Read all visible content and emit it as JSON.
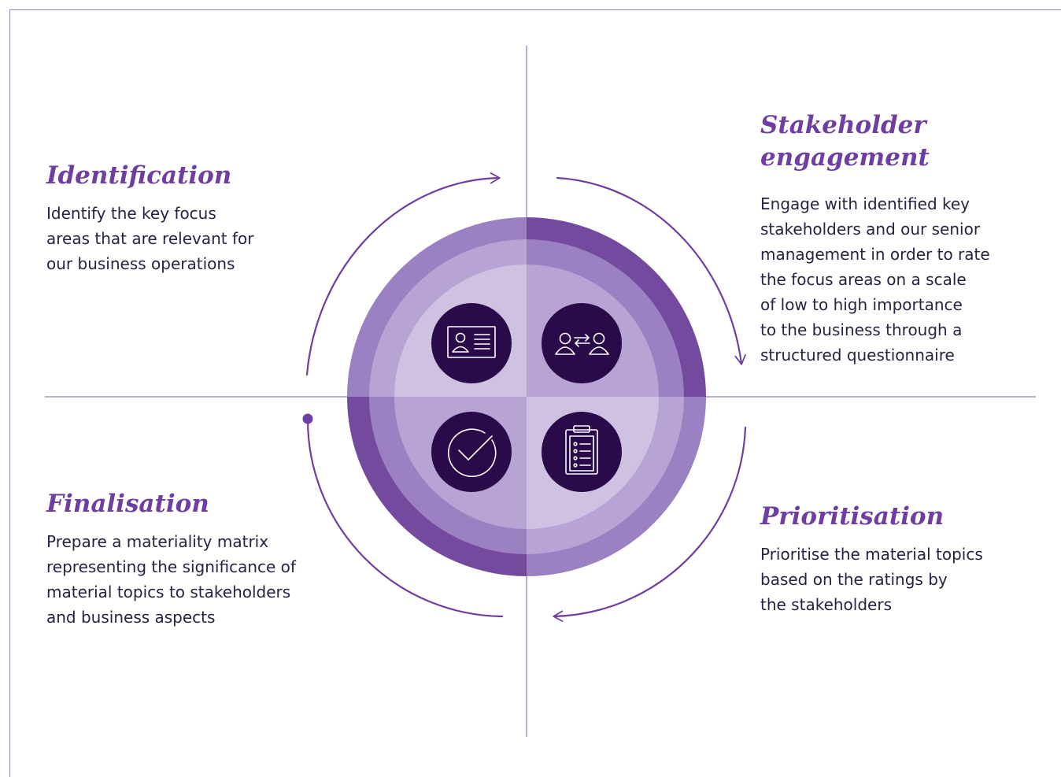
{
  "colors": {
    "accent": "#6e3fa0",
    "ring_light": "#9b80c2",
    "ring_dark": "#744a9e",
    "icon_bg": "#2a0b4a",
    "text": "#2a2140",
    "rule": "#9b7fc4"
  },
  "steps": {
    "identification": {
      "heading": "Identification",
      "lines": [
        "Identify the key focus",
        "areas that are relevant for",
        "our business operations"
      ],
      "icon": "id-card-icon"
    },
    "stakeholder_engagement": {
      "heading_lines": [
        "Stakeholder",
        "engagement"
      ],
      "lines": [
        "Engage with identified key",
        "stakeholders and our senior",
        "management in order to rate",
        "the focus areas on a scale",
        "of low to high importance",
        "to the business through a",
        "structured questionnaire"
      ],
      "icon": "people-exchange-icon"
    },
    "finalisation": {
      "heading": "Finalisation",
      "lines": [
        "Prepare a materiality matrix",
        "representing the significance of",
        "material topics to stakeholders",
        "and business aspects"
      ],
      "icon": "checkmark-circle-icon"
    },
    "prioritisation": {
      "heading": "Prioritisation",
      "lines": [
        "Prioritise the material topics",
        "based on the ratings by",
        "the stakeholders"
      ],
      "icon": "clipboard-list-icon"
    }
  }
}
